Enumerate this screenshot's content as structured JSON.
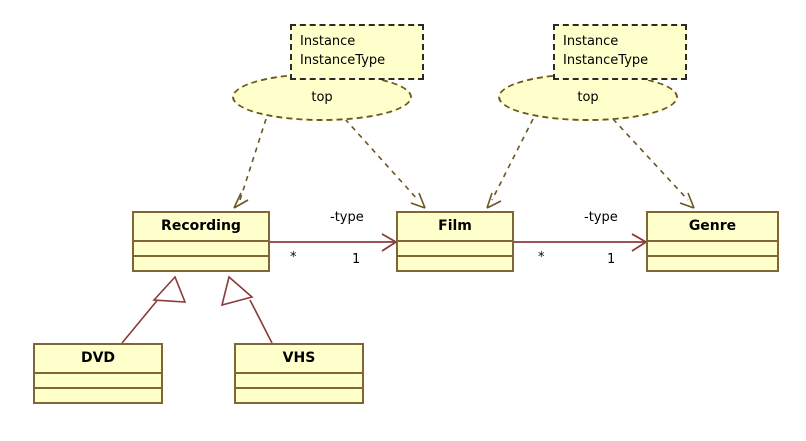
{
  "diagram": {
    "type": "uml-class-diagram",
    "title": "",
    "colors": {
      "class_fill": "#ffffcc",
      "class_border": "#806633",
      "note_fill": "#ffffcc",
      "note_border": "#2b2b2b",
      "ellipse_border": "#6b5520",
      "association_line": "#8b3a3a",
      "generalization_line": "#8b3a3a",
      "dependency_line": "#6b5520",
      "background": "#ffffff",
      "text": "#000000"
    },
    "classes": [
      {
        "id": "recording",
        "name": "Recording",
        "attributes": "",
        "operations": ""
      },
      {
        "id": "film",
        "name": "Film",
        "attributes": "",
        "operations": ""
      },
      {
        "id": "genre",
        "name": "Genre",
        "attributes": "",
        "operations": ""
      },
      {
        "id": "dvd",
        "name": "DVD",
        "attributes": "",
        "operations": ""
      },
      {
        "id": "vhs",
        "name": "VHS",
        "attributes": "",
        "operations": ""
      }
    ],
    "notes": [
      {
        "id": "note-left",
        "line1": "Instance",
        "line2": "InstanceType"
      },
      {
        "id": "note-right",
        "line1": "Instance",
        "line2": "InstanceType"
      }
    ],
    "instances": [
      {
        "id": "instance-left",
        "label": "top"
      },
      {
        "id": "instance-right",
        "label": "top"
      }
    ],
    "associations": [
      {
        "id": "recording-film",
        "from": "Recording",
        "to": "Film",
        "role_label": "-type",
        "source_multiplicity": "*",
        "target_multiplicity": "1"
      },
      {
        "id": "film-genre",
        "from": "Film",
        "to": "Genre",
        "role_label": "-type",
        "source_multiplicity": "*",
        "target_multiplicity": "1"
      }
    ],
    "generalizations": [
      {
        "id": "dvd-recording",
        "from": "DVD",
        "to": "Recording"
      },
      {
        "id": "vhs-recording",
        "from": "VHS",
        "to": "Recording"
      }
    ],
    "dependencies": [
      {
        "id": "inst-left-to-recording",
        "from": "top",
        "to": "Recording"
      },
      {
        "id": "inst-left-to-film",
        "from": "top",
        "to": "Film"
      },
      {
        "id": "inst-right-to-film",
        "from": "top",
        "to": "Film"
      },
      {
        "id": "inst-right-to-genre",
        "from": "top",
        "to": "Genre"
      }
    ]
  }
}
